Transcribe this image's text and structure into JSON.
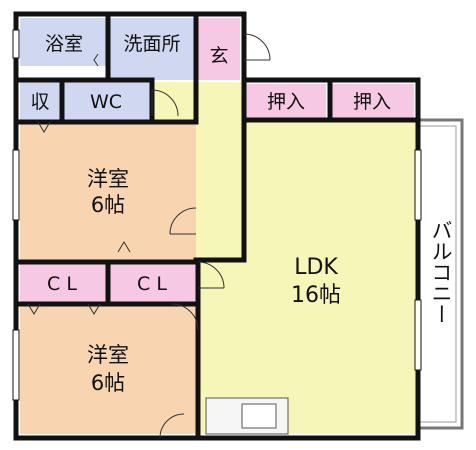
{
  "colors": {
    "wall": "#111111",
    "bath": "#cfd8f0",
    "bedroom": "#f8d5b0",
    "living": "#f6f6b8",
    "closet": "#f6c8e4",
    "balcony": "#ffffff",
    "entry": "#f6c8e4"
  },
  "rooms": {
    "bath": "浴室",
    "washroom": "洗面所",
    "entrance": "玄",
    "storage": "収",
    "toilet": "WC",
    "oshiire_left": "押入",
    "oshiire_right": "押入",
    "bedroom_top_name": "洋室",
    "bedroom_top_size": "6帖",
    "bedroom_bottom_name": "洋室",
    "bedroom_bottom_size": "6帖",
    "closet_left": "C L",
    "closet_right": "C L",
    "ldk_name": "LDK",
    "ldk_size": "16帖",
    "balcony": "バルコニー"
  }
}
